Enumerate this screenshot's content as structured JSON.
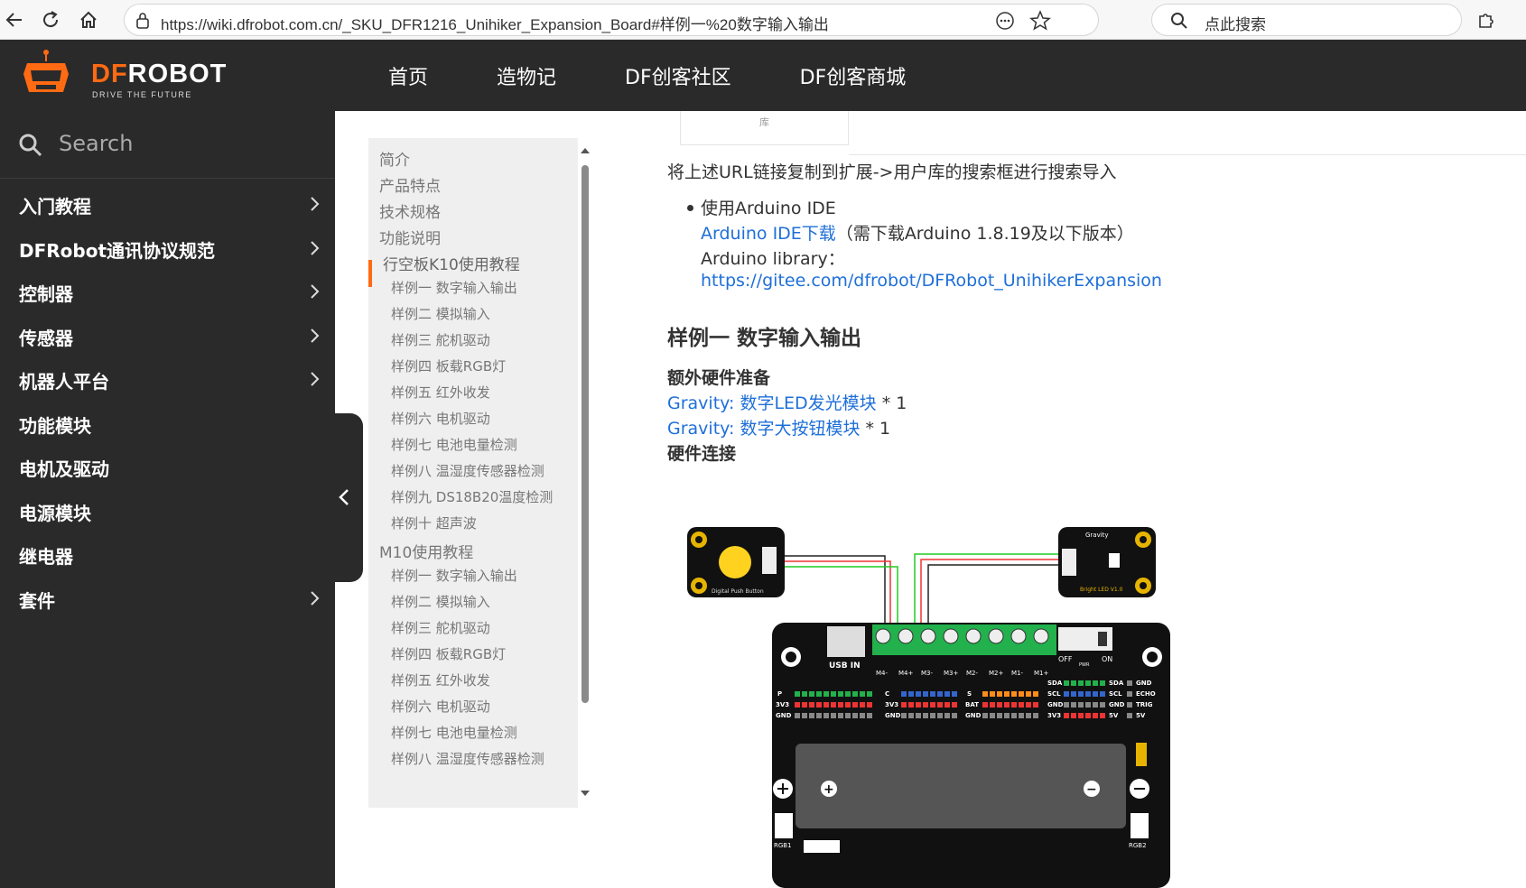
{
  "browser": {
    "url": "https://wiki.dfrobot.com.cn/_SKU_DFR1216_Unihiker_Expansion_Board#样例一%20数字输入输出",
    "search_placeholder": "点此搜索"
  },
  "header": {
    "logo_main_a": "DF",
    "logo_main_b": "ROBOT",
    "logo_sub": "DRIVE THE FUTURE",
    "nav": [
      "首页",
      "造物记",
      "DF创客社区",
      "DF创客商城"
    ]
  },
  "sidebar": {
    "search_placeholder": "Search",
    "items": [
      {
        "label": "入门教程"
      },
      {
        "label": "DFRobot通讯协议规范"
      },
      {
        "label": "控制器"
      },
      {
        "label": "传感器"
      },
      {
        "label": "机器人平台"
      },
      {
        "label": "功能模块"
      },
      {
        "label": "电机及驱动"
      },
      {
        "label": "电源模块"
      },
      {
        "label": "继电器"
      },
      {
        "label": "套件"
      }
    ]
  },
  "toc": {
    "items": [
      {
        "label": "简介",
        "level": 1
      },
      {
        "label": "产品特点",
        "level": 1
      },
      {
        "label": "技术规格",
        "level": 1
      },
      {
        "label": "功能说明",
        "level": 1
      },
      {
        "label": "行空板K10使用教程",
        "level": 1,
        "active": true
      },
      {
        "label": "样例一 数字输入输出",
        "level": 2
      },
      {
        "label": "样例二 模拟输入",
        "level": 2
      },
      {
        "label": "样例三 舵机驱动",
        "level": 2
      },
      {
        "label": "样例四 板载RGB灯",
        "level": 2
      },
      {
        "label": "样例五 红外收发",
        "level": 2
      },
      {
        "label": "样例六 电机驱动",
        "level": 2
      },
      {
        "label": "样例七 电池电量检测",
        "level": 2
      },
      {
        "label": "样例八 温湿度传感器检测",
        "level": 2
      },
      {
        "label": "样例九 DS18B20温度检测",
        "level": 2
      },
      {
        "label": "样例十 超声波",
        "level": 2
      },
      {
        "label": "M10使用教程",
        "level": 1
      },
      {
        "label": "样例一 数字输入输出",
        "level": 2
      },
      {
        "label": "样例二 模拟输入",
        "level": 2
      },
      {
        "label": "样例三 舵机驱动",
        "level": 2
      },
      {
        "label": "样例四 板载RGB灯",
        "level": 2
      },
      {
        "label": "样例五 红外收发",
        "level": 2
      },
      {
        "label": "样例六 电机驱动",
        "level": 2
      },
      {
        "label": "样例七 电池电量检测",
        "level": 2
      },
      {
        "label": "样例八 温湿度传感器检测",
        "level": 2
      }
    ]
  },
  "content": {
    "card_caption": "库",
    "intro": "将上述URL链接复制到扩展->用户库的搜索框进行搜索导入",
    "bullet_title": "使用Arduino IDE",
    "ide_link": "Arduino IDE下载",
    "ide_note": "（需下载Arduino 1.8.19及以下版本）",
    "lib_label": "Arduino library：",
    "lib_link": "https://gitee.com/dfrobot/DFRobot_UnihikerExpansion",
    "section_title": "样例一 数字输入输出",
    "hw_title": "额外硬件准备",
    "hw1_link": "Gravity: 数字LED发光模块",
    "hw1_qty": " * 1",
    "hw2_link": "Gravity: 数字大按钮模块",
    "hw2_qty": " * 1",
    "conn_title": "硬件连接",
    "diagram": {
      "button_label": "Digital Push Button",
      "led_brand": "Gravity",
      "led_label": "Bright LED V1.0",
      "usb_label": "USB IN",
      "switch_off": "OFF",
      "switch_on": "ON",
      "switch_pwr": "PWR",
      "motor_labels": [
        "M4-",
        "M4+",
        "M3-",
        "M3+",
        "M2-",
        "M2+",
        "M1-",
        "M1+"
      ],
      "p_label": "P",
      "p_rows": [
        "3V3",
        "GND"
      ],
      "c_label": "C",
      "c_rows": [
        "3V3",
        "GND"
      ],
      "s_label": "S",
      "s_rows": [
        "BAT",
        "GND"
      ],
      "i2c_labels": [
        "SDA",
        "SCL",
        "GND",
        "3V3"
      ],
      "i2c_right": [
        "SDA",
        "SCL",
        "GND",
        "5V"
      ],
      "ultra_labels": [
        "GND",
        "ECHO",
        "TRIG",
        "5V"
      ],
      "rgb1": "RGB1",
      "rgb2": "RGB2",
      "plus": "+",
      "minus": "−"
    }
  },
  "colors": {
    "accent": "#ff6a13",
    "link": "#1e6fd9",
    "header_bg": "#2a2a2a"
  }
}
